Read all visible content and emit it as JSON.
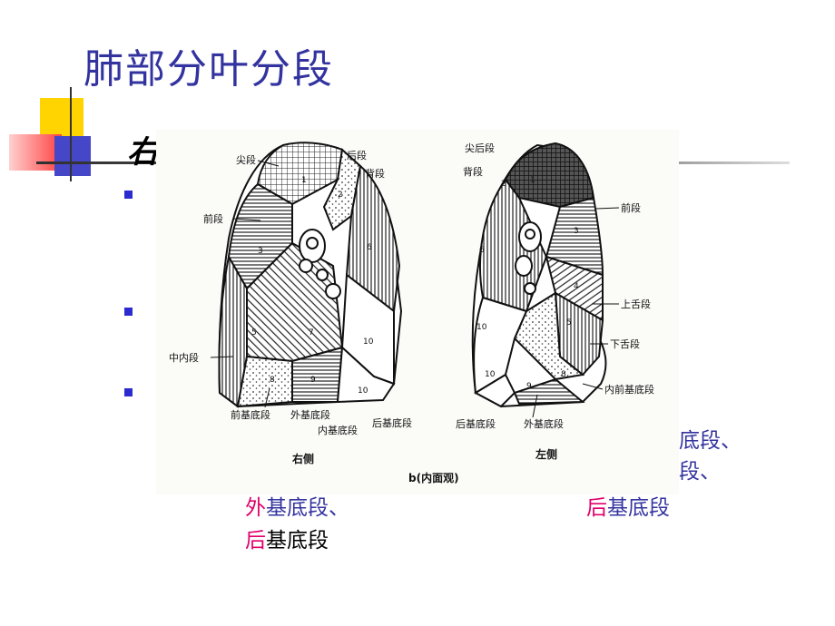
{
  "slide": {
    "title": "肺部分叶分段",
    "subheading": "右",
    "lines": {
      "l1a": "外",
      "l1b": "基底段、",
      "l2a": "后",
      "l2b": "基底段",
      "r0": "底段、",
      "r1": "段、",
      "r2a": "后",
      "r2b": "基底段"
    }
  },
  "figure": {
    "caption": "b(内面观)",
    "right_lung": {
      "side_label": "右侧",
      "labels": {
        "apical": "尖段",
        "posterior": "后段",
        "superior": "背段",
        "anterior": "前段",
        "medial_middle": "中内段",
        "ant_basal": "前基底段",
        "lat_basal": "外基底段",
        "med_basal": "内基底段",
        "post_basal": "后基底段"
      },
      "numbers": [
        "1",
        "2",
        "3",
        "5",
        "6",
        "7",
        "8",
        "9",
        "10",
        "10"
      ]
    },
    "left_lung": {
      "side_label": "左侧",
      "labels": {
        "apicoposterior": "尖后段",
        "superior": "背段",
        "anterior": "前段",
        "sup_lingular": "上舌段",
        "inf_lingular": "下舌段",
        "antmed_basal": "内前基底段",
        "post_basal": "后基底段",
        "lat_basal": "外基底段"
      },
      "numbers": [
        "1",
        "2",
        "3",
        "4",
        "5",
        "6",
        "8",
        "9",
        "10",
        "10"
      ]
    }
  },
  "colors": {
    "title": "#3333a0",
    "bullet": "#2b2bd0",
    "highlight": "#e0006a"
  }
}
